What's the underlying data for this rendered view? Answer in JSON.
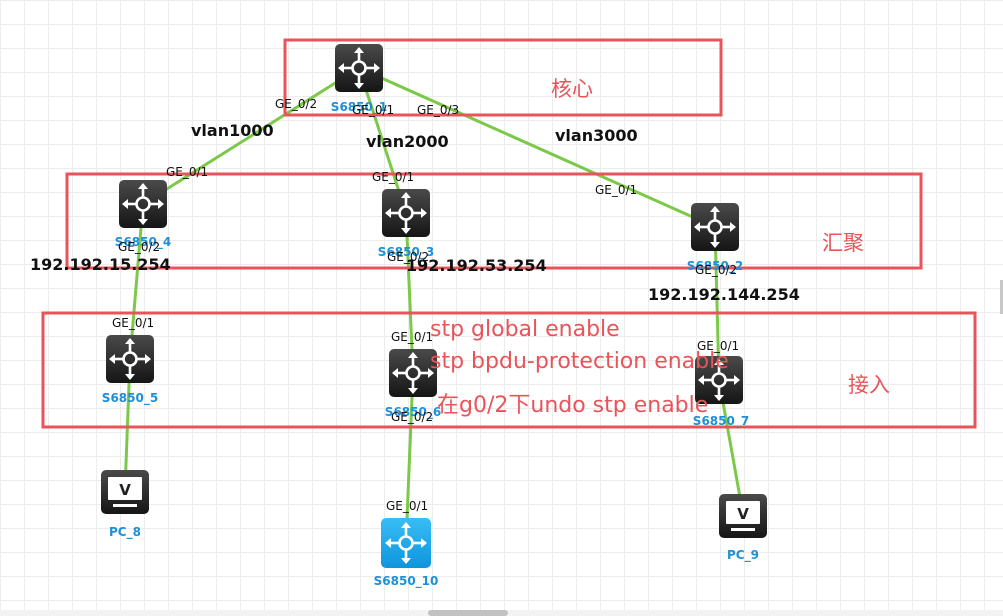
{
  "layers": [
    {
      "label": "核心"
    },
    {
      "label": "汇聚"
    },
    {
      "label": "接入"
    }
  ],
  "devices": [
    {
      "id": "s1",
      "label": "S6850_1",
      "type": "switch"
    },
    {
      "id": "s4",
      "label": "S6850_4",
      "type": "switch"
    },
    {
      "id": "s3",
      "label": "S6850_3",
      "type": "switch"
    },
    {
      "id": "s2",
      "label": "S6850_2",
      "type": "switch"
    },
    {
      "id": "s5",
      "label": "S6850_5",
      "type": "switch"
    },
    {
      "id": "s6",
      "label": "S6850_6",
      "type": "switch"
    },
    {
      "id": "s7",
      "label": "S6850_7",
      "type": "switch"
    },
    {
      "id": "pc8",
      "label": "PC_8",
      "type": "pc"
    },
    {
      "id": "s10",
      "label": "S6850_10",
      "type": "switch-selected"
    },
    {
      "id": "pc9",
      "label": "PC_9",
      "type": "pc"
    }
  ],
  "links": [
    {
      "from": "s1",
      "to": "s4",
      "from_port": "GE_0/2",
      "to_port": "GE_0/1"
    },
    {
      "from": "s1",
      "to": "s3",
      "from_port": "GE_0/1",
      "to_port": "GE_0/1"
    },
    {
      "from": "s1",
      "to": "s2",
      "from_port": "GE_0/3",
      "to_port": "GE_0/1"
    },
    {
      "from": "s4",
      "to": "s5",
      "from_port": "GE_0/2",
      "to_port": "GE_0/1"
    },
    {
      "from": "s3",
      "to": "s6",
      "from_port": "GE_0/2",
      "to_port": "GE_0/1"
    },
    {
      "from": "s2",
      "to": "s7",
      "from_port": "GE_0/2",
      "to_port": "GE_0/1"
    },
    {
      "from": "s5",
      "to": "pc8",
      "from_port": "",
      "to_port": ""
    },
    {
      "from": "s6",
      "to": "s10",
      "from_port": "GE_0/2",
      "to_port": "GE_0/1"
    },
    {
      "from": "s7",
      "to": "pc9",
      "from_port": "",
      "to_port": ""
    }
  ],
  "vlans": [
    "vlan1000",
    "vlan2000",
    "vlan3000"
  ],
  "ips": [
    "192.192.15.254",
    "192.192.53.254",
    "192.192.144.254"
  ],
  "notes": [
    "stp global enable",
    "stp bpdu-protection enable",
    "在g0/2下undo stp enable"
  ],
  "colors": {
    "link": "#7cc94a",
    "box": "#e8545a",
    "device_label": "#1e90d6",
    "switch_icon": "#2b2b2b",
    "selected_icon": "#1aa7ec"
  }
}
